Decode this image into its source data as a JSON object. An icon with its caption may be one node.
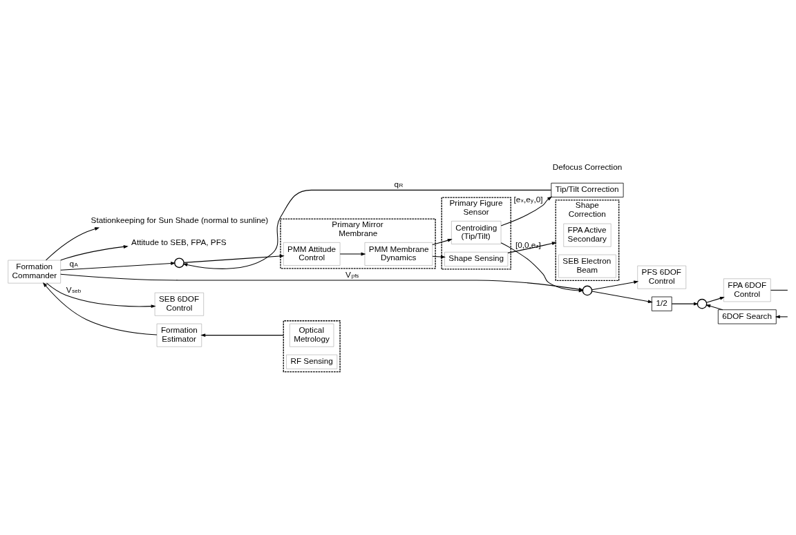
{
  "diagram": {
    "nodes": [
      {
        "text": [
          "Formation Commander"
        ]
      },
      {
        "text": [
          "Stationkeeping for Sun Shade (normal to sunline)"
        ]
      },
      {
        "text": [
          "Attitude to SEB, FPA, PFS"
        ]
      },
      {
        "text": [],
        "shape": "circle"
      },
      {
        "text": [
          "Primary Mirror Membrane"
        ]
      },
      {
        "text": [
          "PMM Attitude Control"
        ],
        "in": 4
      },
      {
        "text": [
          "PMM Membrane Dynamics"
        ],
        "in": 4
      },
      {
        "text": [
          "Primary Figure Sensor"
        ]
      },
      {
        "text": [
          "Shape Sensing"
        ],
        "in": 7
      },
      {
        "text": [
          "Centroiding (Tip/Tilt)"
        ],
        "in": 7
      },
      {
        "text": [
          "Shape Correction"
        ]
      },
      {
        "text": [
          "FPA Active Secondary"
        ],
        "in": 10
      },
      {
        "text": [
          "SEB Electron Beam"
        ],
        "in": 10
      },
      {
        "text": [
          "Tip/Tilt Correction"
        ]
      },
      {
        "text": [],
        "shape": "circle"
      },
      {
        "text": [
          "PFS 6DOF Control"
        ]
      },
      {
        "text": [
          "SEB 6DOF Control"
        ]
      },
      {
        "text": [
          "1/2"
        ]
      },
      {
        "text": [],
        "shape": "circle"
      },
      {
        "text": [
          "FPA 6DOF Control"
        ]
      },
      {
        "text": [
          "6DOF Search"
        ]
      },
      {
        "text": [
          "Formation Estimator"
        ]
      },
      {
        "text": [],
        "shape": "box"
      },
      {
        "text": [
          "Optical Metrology"
        ],
        "in": 22
      },
      {
        "text": [
          "RF Sensing"
        ],
        "in": 22
      }
    ],
    "edges": [
      {
        "from": 0,
        "to": 1,
        "arrow": "to"
      },
      {
        "from": 0,
        "to": 2,
        "arrow": "to"
      },
      {
        "from": 0,
        "to": 3,
        "arrow": "to",
        "label": "q$_{A}$"
      },
      {
        "from": 3,
        "to": 5,
        "arrow": "to"
      },
      {
        "from": 5,
        "to": 6,
        "arrow": "to"
      },
      {
        "from": 6,
        "to": 8,
        "arrow": "to"
      },
      {
        "from": 6,
        "to": 9,
        "arrow": "to"
      },
      {
        "from": 8,
        "to": 10,
        "arrow": "to"
      },
      {
        "from": 9,
        "to": 13,
        "arrow": "to",
        "label": "[e$_{x}$,e$_{y}$,0]"
      },
      {
        "from": 13,
        "to": 3,
        "arrow": "to",
        "label": "q$_{R}$"
      },
      {
        "from": 9,
        "to": 14,
        "arrow": "to",
        "label": "[0,0,e$_{z}$]"
      },
      {
        "from": 0,
        "to": 14,
        "arrow": "to",
        "label": "V$_{pfs}$"
      },
      {
        "from": 14,
        "to": 15,
        "arrow": "to"
      },
      {
        "from": 14,
        "to": 17,
        "arrow": "to"
      },
      {
        "from": 17,
        "to": 18,
        "arrow": "to"
      },
      {
        "from": 18,
        "to": 19,
        "arrow": "to"
      },
      {
        "from": 20,
        "to": 18,
        "arrow": "to"
      },
      {
        "from": 19,
        "to": null,
        "arrow": "none"
      },
      {
        "from": null,
        "to": 20,
        "arrow": "to"
      },
      {
        "from": 0,
        "to": 16,
        "arrow": "to",
        "label": "V$_{seb}$"
      },
      {
        "from": 21,
        "to": 0,
        "arrow": "to"
      },
      {
        "from": 22,
        "to": 21,
        "arrow": "to"
      }
    ],
    "labels": [
      "Defocus Correction"
    ]
  }
}
